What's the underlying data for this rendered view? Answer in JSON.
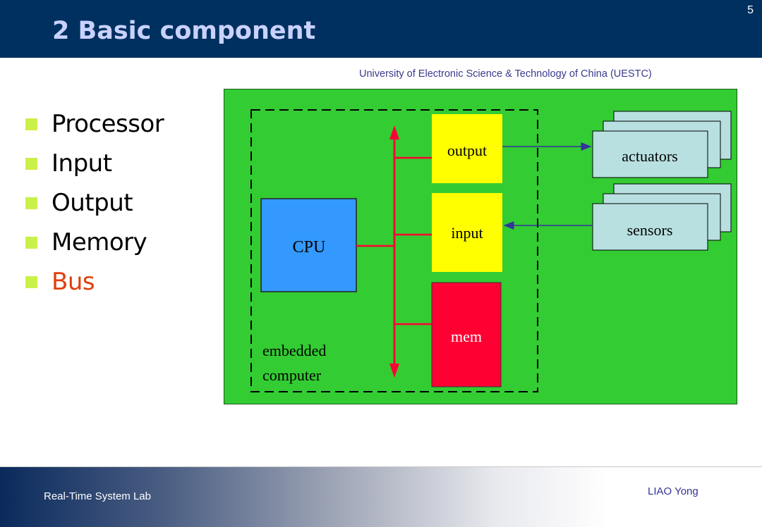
{
  "slide": {
    "title": "2 Basic component",
    "page_number": "5",
    "university": "University of Electronic Science & Technology of China (UESTC)"
  },
  "bullets": [
    {
      "label": "Processor",
      "highlight": false
    },
    {
      "label": "Input",
      "highlight": false
    },
    {
      "label": "Output",
      "highlight": false
    },
    {
      "label": "Memory",
      "highlight": false
    },
    {
      "label": "Bus",
      "highlight": true
    }
  ],
  "diagram": {
    "cpu_label": "CPU",
    "output_label": "output",
    "input_label": "input",
    "mem_label": "mem",
    "actuators_label": "actuators",
    "sensors_label": "sensors",
    "embedded_line1": "embedded",
    "embedded_line2": "computer",
    "colors": {
      "background": "#33cc33",
      "cpu": "#3399ff",
      "io": "#ffff00",
      "mem": "#ff0033",
      "peripheral": "#b8e0e0",
      "bus": "#ff0033",
      "signal": "#333399"
    }
  },
  "footer": {
    "left": "Real-Time System Lab",
    "right": "LIAO Yong"
  },
  "colors": {
    "header_bg": "#00305f",
    "title": "#c9d2ff",
    "bullet_marker": "#ccf04a",
    "highlight": "#e0400c"
  }
}
